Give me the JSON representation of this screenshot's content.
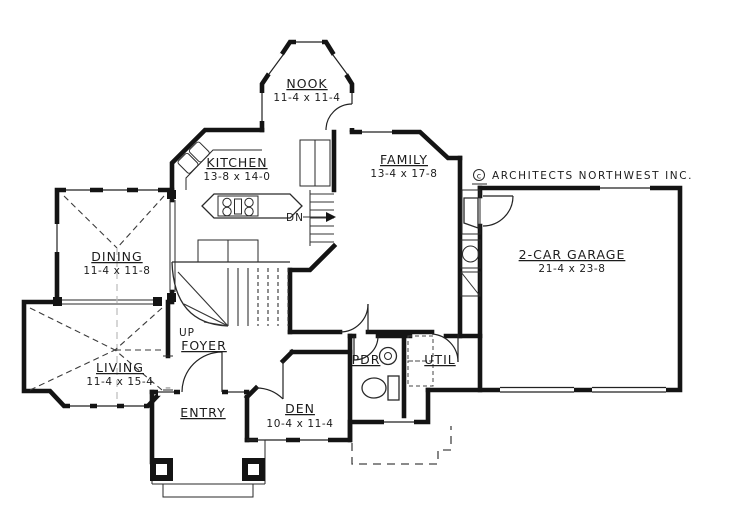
{
  "drawing": {
    "copyright_symbol": "c",
    "copyright_text": "ARCHITECTS NORTHWEST INC.",
    "rooms": {
      "nook": {
        "name": "NOOK",
        "dims": "11-4 x 11-4"
      },
      "kitchen": {
        "name": "KITCHEN",
        "dims": "13-8 x 14-0"
      },
      "family": {
        "name": "FAMILY",
        "dims": "13-4 x 17-8"
      },
      "garage": {
        "name": "2-CAR GARAGE",
        "dims": "21-4 x 23-8"
      },
      "dining": {
        "name": "DINING",
        "dims": "11-4 x 11-8"
      },
      "living": {
        "name": "LIVING",
        "dims": "11-4 x 15-4"
      },
      "foyer": {
        "name": "FOYER"
      },
      "entry": {
        "name": "ENTRY"
      },
      "den": {
        "name": "DEN",
        "dims": "10-4 x 11-4"
      },
      "pdr": {
        "name": "PDR"
      },
      "util": {
        "name": "UTIL"
      }
    },
    "stairs": {
      "down_label": "DN",
      "up_label": "UP"
    },
    "colors": {
      "wall": "#141414",
      "line": "#2a2a2a",
      "ceiling_dash": "#bbbbbb",
      "background": "#ffffff"
    }
  }
}
